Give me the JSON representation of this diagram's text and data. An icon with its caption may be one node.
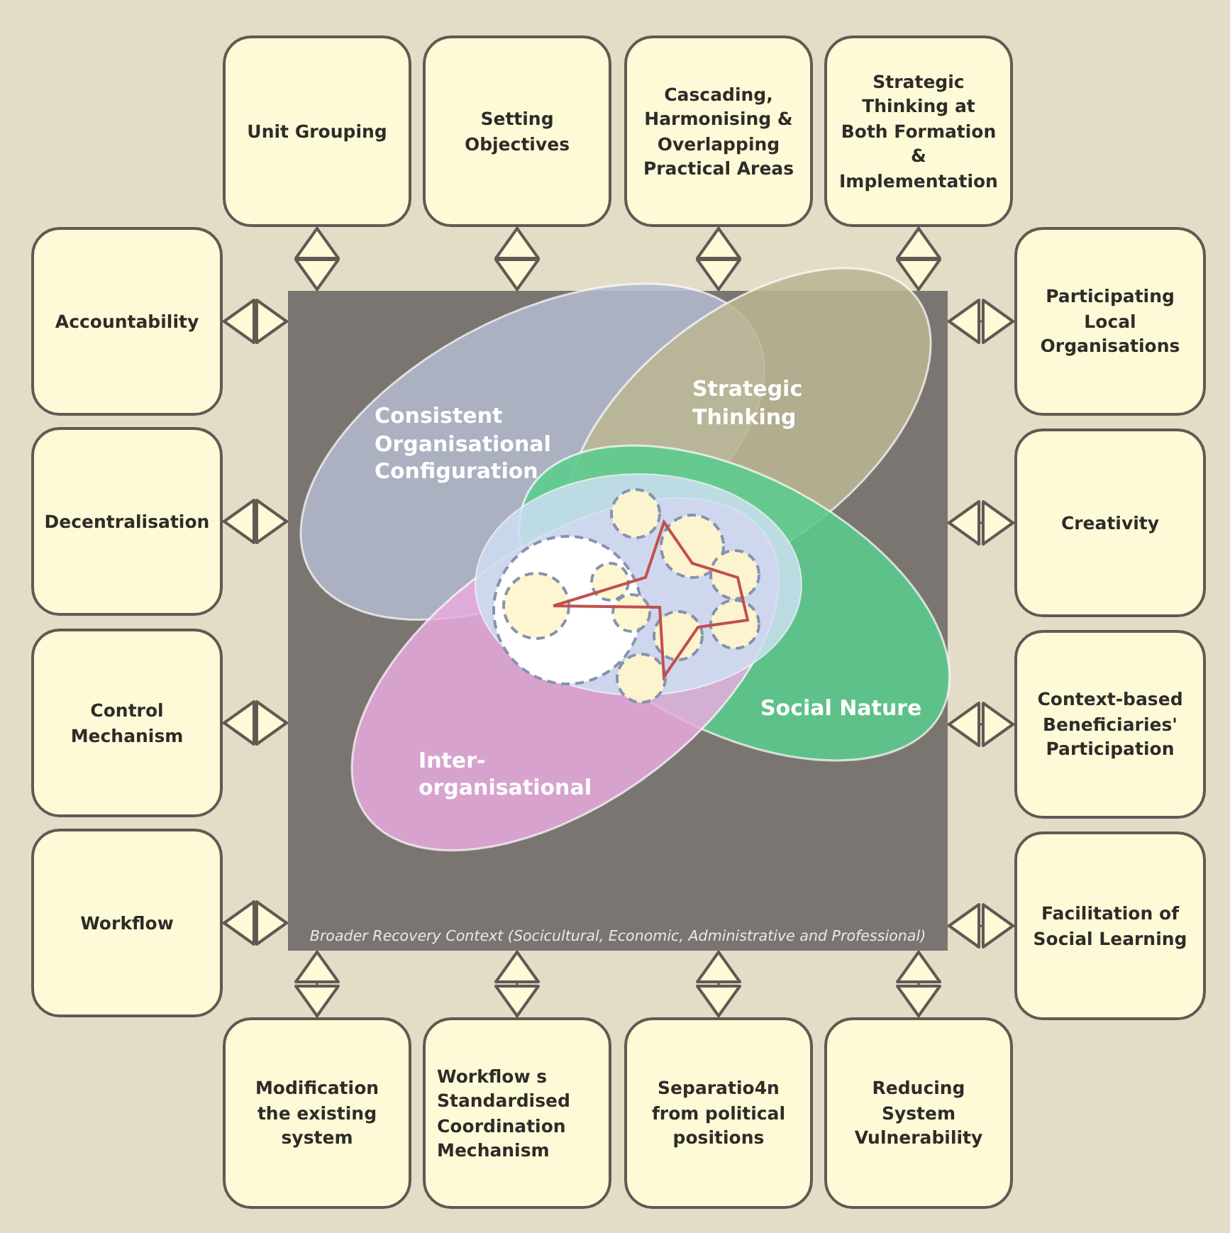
{
  "diagram": {
    "nodes": [
      {
        "text": [
          "Unit Grouping"
        ]
      },
      {
        "text": [
          "Setting Objectives"
        ]
      },
      {
        "text": [
          "Cascading, Harmonising & Overlapping Practical Areas"
        ]
      },
      {
        "text": [
          "Strategic Thinking at Both Formation & Implementation"
        ]
      },
      {
        "text": [
          "Accountability"
        ]
      },
      {
        "text": [
          "Participating Local Organisations"
        ]
      },
      {
        "text": [
          "Broader Recovery Context (Socicultural, Economic, Administrative and Professional)"
        ]
      },
      {
        "text": [
          "Consistent Organisational Configuration"
        ],
        "in": 6
      },
      {
        "text": [
          "Strategic Thinking"
        ],
        "in": 6
      },
      {
        "text": [
          "Social Nature"
        ],
        "in": 6
      },
      {
        "text": [
          "Inter-organisational"
        ],
        "in": 6
      },
      {
        "text": [
          "Decentralisation"
        ]
      },
      {
        "text": [
          "Creativity"
        ]
      },
      {
        "text": [
          "Control Mechanism"
        ]
      },
      {
        "text": [
          "Context-based Beneficiaries' Participation"
        ]
      },
      {
        "text": [
          "Workflow"
        ]
      },
      {
        "text": [
          "Facilitation of Social Learning"
        ]
      },
      {
        "text": [
          "Modification the existing system"
        ]
      },
      {
        "text": [
          "Workflow s Standardised Coordination Mechanism"
        ]
      },
      {
        "text": [
          "Separatio4n from political positions"
        ]
      },
      {
        "text": [
          "Reducing System Vulnerability"
        ]
      }
    ],
    "edges": [
      {
        "from": 0,
        "to": 6,
        "arrow": "both"
      },
      {
        "from": 1,
        "to": 6,
        "arrow": "both"
      },
      {
        "from": 2,
        "to": 6,
        "arrow": "both"
      },
      {
        "from": 3,
        "to": 6,
        "arrow": "both"
      },
      {
        "from": 4,
        "to": 6,
        "arrow": "both"
      },
      {
        "from": 5,
        "to": 6,
        "arrow": "both"
      },
      {
        "from": 11,
        "to": 6,
        "arrow": "both"
      },
      {
        "from": 12,
        "to": 6,
        "arrow": "both"
      },
      {
        "from": 13,
        "to": 6,
        "arrow": "both"
      },
      {
        "from": 14,
        "to": 6,
        "arrow": "both"
      },
      {
        "from": 15,
        "to": 6,
        "arrow": "both"
      },
      {
        "from": 16,
        "to": 6,
        "arrow": "both"
      },
      {
        "from": 17,
        "to": 6,
        "arrow": "both"
      },
      {
        "from": 18,
        "to": 6,
        "arrow": "both"
      },
      {
        "from": 19,
        "to": 6,
        "arrow": "both"
      },
      {
        "from": 20,
        "to": 6,
        "arrow": "both"
      }
    ]
  }
}
